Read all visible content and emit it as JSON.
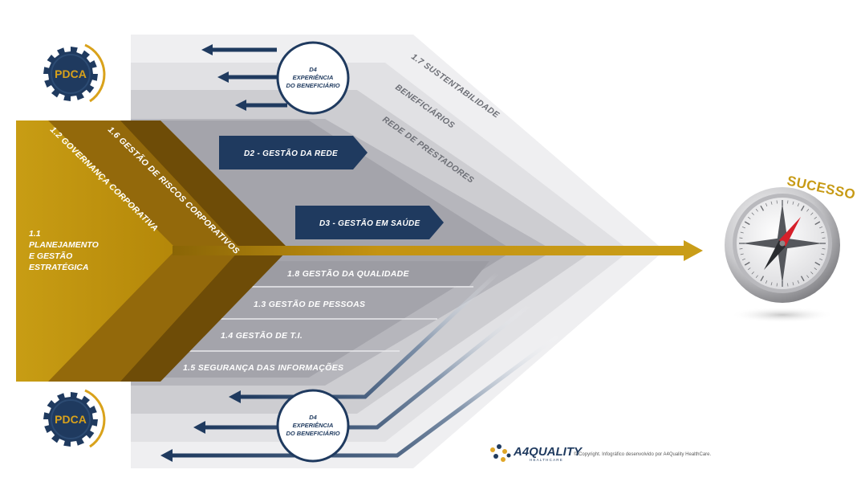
{
  "center": {
    "planning": [
      "1.1",
      "PLANEJAMENTO",
      "E GESTÃO",
      "ESTRATÉGICA"
    ],
    "governance": "1.2 GOVERNANÇA CORPORATIVA",
    "risks": "1.6 GESTÃO DE RISCOS CORPORATIVOS"
  },
  "upper": {
    "sustainability": "1.7 SUSTENTABILIDADE",
    "beneficiaries": "BENEFICIÁRIOS",
    "providers": "REDE DE PRESTADORES",
    "network_box": "D2 - GESTÃO DA REDE",
    "health_box": "D3 - GESTÃO EM SAÚDE"
  },
  "lower": {
    "quality": "1.8 GESTÃO DA QUALIDADE",
    "people": "1.3 GESTÃO DE PESSOAS",
    "it": "1.4 GESTÃO DE T.I.",
    "security": "1.5 SEGURANÇA DAS INFORMAÇÕES"
  },
  "experience_circle": [
    "D4",
    "EXPERIÊNCIA",
    "DO BENEFICIÁRIO"
  ],
  "pdca": "PDCA",
  "success": "SUCESSO",
  "brand": {
    "name": "A4QUALITY",
    "sub": "HEALTHCARE",
    "copyright": "© Copyright. Infográfico desenvolvido por A4Quality HealthCare."
  },
  "colors": {
    "navy": "#1f3a5f",
    "gold": "#c79a15",
    "dark_gold": "#6e4c07",
    "grey": "#9c9ca3"
  }
}
